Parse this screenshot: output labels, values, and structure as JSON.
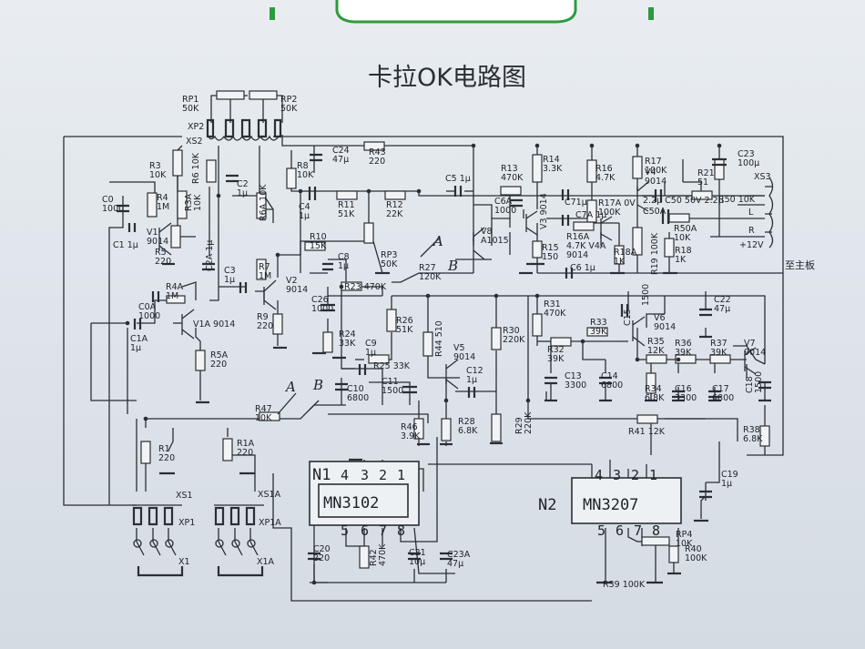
{
  "title": "卡拉OK电路图",
  "to_main_board": "至主板",
  "chips": {
    "n1": {
      "ref": "N1",
      "part": "MN3102",
      "top_pins": [
        "4",
        "3",
        "2",
        "1"
      ],
      "bottom_pins": [
        "5",
        "6",
        "7",
        "8"
      ]
    },
    "n2": {
      "ref": "N2",
      "part": "MN3207",
      "top_pins": [
        "4",
        "3",
        "2",
        "1"
      ],
      "bottom_pins": [
        "5",
        "6",
        "7",
        "8"
      ]
    }
  },
  "switch_labels": {
    "a1": "A",
    "b1": "B",
    "a2": "A",
    "b2": "B"
  },
  "connectors": {
    "xp2": "XP2",
    "xs2": "XS2",
    "xs3": "XS3",
    "xs1": "XS1",
    "xp1": "XP1",
    "xs1a": "XS1A",
    "xp1a": "XP1A",
    "x1": "X1",
    "x1a": "X1A"
  },
  "output_pins": {
    "l": "L",
    "r": "R",
    "plus12": "+12V"
  },
  "parts": [
    {
      "id": "rp1",
      "text": "RP1\n50K"
    },
    {
      "id": "rp2",
      "text": "RP2\n50K"
    },
    {
      "id": "r3",
      "text": "R3\n10K"
    },
    {
      "id": "r6",
      "text": "R6 10K"
    },
    {
      "id": "c2",
      "text": "C2\n1μ"
    },
    {
      "id": "r6a",
      "text": "R6A 10K"
    },
    {
      "id": "c0",
      "text": "C0\n1000"
    },
    {
      "id": "r4",
      "text": "R4\n1M"
    },
    {
      "id": "r3a",
      "text": "R3A\n10K"
    },
    {
      "id": "c1",
      "text": "C1  1μ"
    },
    {
      "id": "v1",
      "text": "V1\n9014"
    },
    {
      "id": "r5",
      "text": "R5\n220"
    },
    {
      "id": "c2a",
      "text": "C2A 1μ"
    },
    {
      "id": "r8",
      "text": "R8\n10K"
    },
    {
      "id": "c24",
      "text": "C24\n47μ"
    },
    {
      "id": "r43",
      "text": "R43\n220"
    },
    {
      "id": "c4",
      "text": "C4\n1μ"
    },
    {
      "id": "r11",
      "text": "R11\n51K"
    },
    {
      "id": "r12",
      "text": "R12\n22K"
    },
    {
      "id": "r10",
      "text": "R10\n15K"
    },
    {
      "id": "r7",
      "text": "R7\n1M"
    },
    {
      "id": "c3",
      "text": "C3\n1μ"
    },
    {
      "id": "v2",
      "text": "V2\n9014"
    },
    {
      "id": "c8",
      "text": "C8\n1μ"
    },
    {
      "id": "rp3",
      "text": "RP3\n50K"
    },
    {
      "id": "r27",
      "text": "R27\n120K"
    },
    {
      "id": "r9",
      "text": "R9\n220"
    },
    {
      "id": "r23",
      "text": "R23 470K"
    },
    {
      "id": "c26",
      "text": "C26\n1000"
    },
    {
      "id": "r4a",
      "text": "R4A\n1M"
    },
    {
      "id": "c0a",
      "text": "C0A\n1000"
    },
    {
      "id": "c1a",
      "text": "C1A\n1μ"
    },
    {
      "id": "v1a",
      "text": "V1A  9014"
    },
    {
      "id": "r5a",
      "text": "R5A\n220"
    },
    {
      "id": "r24",
      "text": "R24\n33K"
    },
    {
      "id": "c9",
      "text": "C9\n1μ"
    },
    {
      "id": "r25",
      "text": "R25  33K"
    },
    {
      "id": "r26",
      "text": "R26\n51K"
    },
    {
      "id": "r44",
      "text": "R44 510"
    },
    {
      "id": "c11",
      "text": "C11\n1500"
    },
    {
      "id": "c10",
      "text": "C10\n6800"
    },
    {
      "id": "v5",
      "text": "V5\n9014"
    },
    {
      "id": "c12",
      "text": "C12\n1μ"
    },
    {
      "id": "r47",
      "text": "R47\n10K"
    },
    {
      "id": "r46",
      "text": "R46\n3.9K"
    },
    {
      "id": "r28",
      "text": "R28\n6.8K"
    },
    {
      "id": "r29",
      "text": "R29\n220K"
    },
    {
      "id": "r30",
      "text": "R30\n220K"
    },
    {
      "id": "r1",
      "text": "R1\n220"
    },
    {
      "id": "r1a",
      "text": "R1A\n220"
    },
    {
      "id": "c5",
      "text": "C5 1μ"
    },
    {
      "id": "r13",
      "text": "R13\n470K"
    },
    {
      "id": "r14",
      "text": "R14\n3.3K"
    },
    {
      "id": "r16",
      "text": "R16\n4.7K"
    },
    {
      "id": "r17",
      "text": "R17\n100K"
    },
    {
      "id": "v4",
      "text": "V4\n9014"
    },
    {
      "id": "c23",
      "text": "C23\n100μ"
    },
    {
      "id": "r21",
      "text": "R21\n51"
    },
    {
      "id": "c6a",
      "text": "C6A\n1000"
    },
    {
      "id": "v3",
      "text": "V3 9014"
    },
    {
      "id": "c71",
      "text": "C71μ"
    },
    {
      "id": "r17a",
      "text": "R17A 0V\n100K"
    },
    {
      "id": "c50",
      "text": "2.2μ C50 50V  2.2μ"
    },
    {
      "id": "r50",
      "text": "R50 10K"
    },
    {
      "id": "c50a",
      "text": "C50A"
    },
    {
      "id": "r50a",
      "text": "R50A\n10K"
    },
    {
      "id": "v8",
      "text": "V8\nA1015"
    },
    {
      "id": "c7a",
      "text": "C7A 1μ"
    },
    {
      "id": "r16a",
      "text": "R16A\n4.7K V4A\n9014"
    },
    {
      "id": "r15",
      "text": "R15\n150"
    },
    {
      "id": "r18a",
      "text": "R18A\n1K"
    },
    {
      "id": "r19",
      "text": "R19 100K"
    },
    {
      "id": "r18",
      "text": "R18\n1K"
    },
    {
      "id": "c6",
      "text": "C6 1μ"
    },
    {
      "id": "r31",
      "text": "R31\n470K"
    },
    {
      "id": "c15",
      "text": "C15"
    },
    {
      "id": "c1500",
      "text": "1500"
    },
    {
      "id": "v6",
      "text": "V6\n9014"
    },
    {
      "id": "c22",
      "text": "C22\n47μ"
    },
    {
      "id": "r33",
      "text": "R33\n39K"
    },
    {
      "id": "r32",
      "text": "R32\n39K"
    },
    {
      "id": "r35",
      "text": "R35\n12K"
    },
    {
      "id": "r36",
      "text": "R36\n39K"
    },
    {
      "id": "r37",
      "text": "R37\n39K"
    },
    {
      "id": "v7",
      "text": "V7\n9014"
    },
    {
      "id": "c13",
      "text": "C13\n3300"
    },
    {
      "id": "c14",
      "text": "C14\n6800"
    },
    {
      "id": "r34",
      "text": "R34\n6.8K"
    },
    {
      "id": "c16",
      "text": "C16\n3300"
    },
    {
      "id": "c17",
      "text": "C17\n6800"
    },
    {
      "id": "c18",
      "text": "C18\n1500"
    },
    {
      "id": "r41",
      "text": "R41  12K"
    },
    {
      "id": "r38",
      "text": "R38\n6.8K"
    },
    {
      "id": "c19",
      "text": "C19\n1μ"
    },
    {
      "id": "rp4",
      "text": "RP4\n10K"
    },
    {
      "id": "r40",
      "text": "R40\n100K"
    },
    {
      "id": "r39",
      "text": "R39 100K"
    },
    {
      "id": "c20",
      "text": "C20\n220"
    },
    {
      "id": "r42",
      "text": "R42\n470K"
    },
    {
      "id": "c21",
      "text": "C21\n10μ"
    },
    {
      "id": "c23a",
      "text": "C23A\n47μ"
    }
  ]
}
